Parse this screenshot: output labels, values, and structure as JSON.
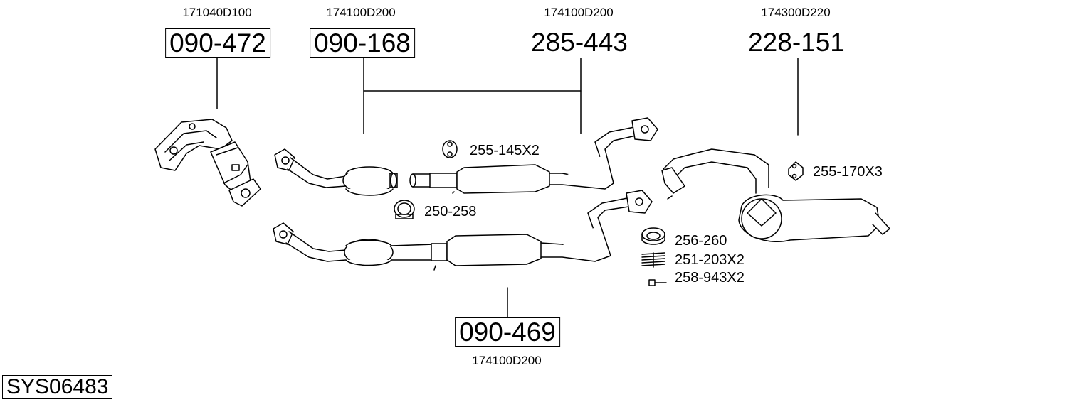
{
  "system_code": "SYS06483",
  "parts": [
    {
      "id": "p1",
      "number": "090-472",
      "oem": "171040D100",
      "boxed": true
    },
    {
      "id": "p2",
      "number": "090-168",
      "oem": "174100D200",
      "boxed": true
    },
    {
      "id": "p3",
      "number": "285-443",
      "oem": "174100D200",
      "boxed": false
    },
    {
      "id": "p4",
      "number": "228-151",
      "oem": "174300D220",
      "boxed": false
    },
    {
      "id": "p5",
      "number": "090-469",
      "oem": "174100D200",
      "boxed": true
    }
  ],
  "accessories": [
    {
      "id": "a1",
      "label": "255-145X2",
      "icon": "rubber-hanger-icon"
    },
    {
      "id": "a2",
      "label": "250-258",
      "icon": "pipe-clamp-icon"
    },
    {
      "id": "a3",
      "label": "255-170X3",
      "icon": "rubber-mount-icon"
    },
    {
      "id": "a4",
      "label": "256-260",
      "icon": "gasket-ring-icon"
    },
    {
      "id": "a5",
      "label": "251-203X2",
      "icon": "spring-icon"
    },
    {
      "id": "a6",
      "label": "258-943X2",
      "icon": "bolt-icon"
    }
  ]
}
